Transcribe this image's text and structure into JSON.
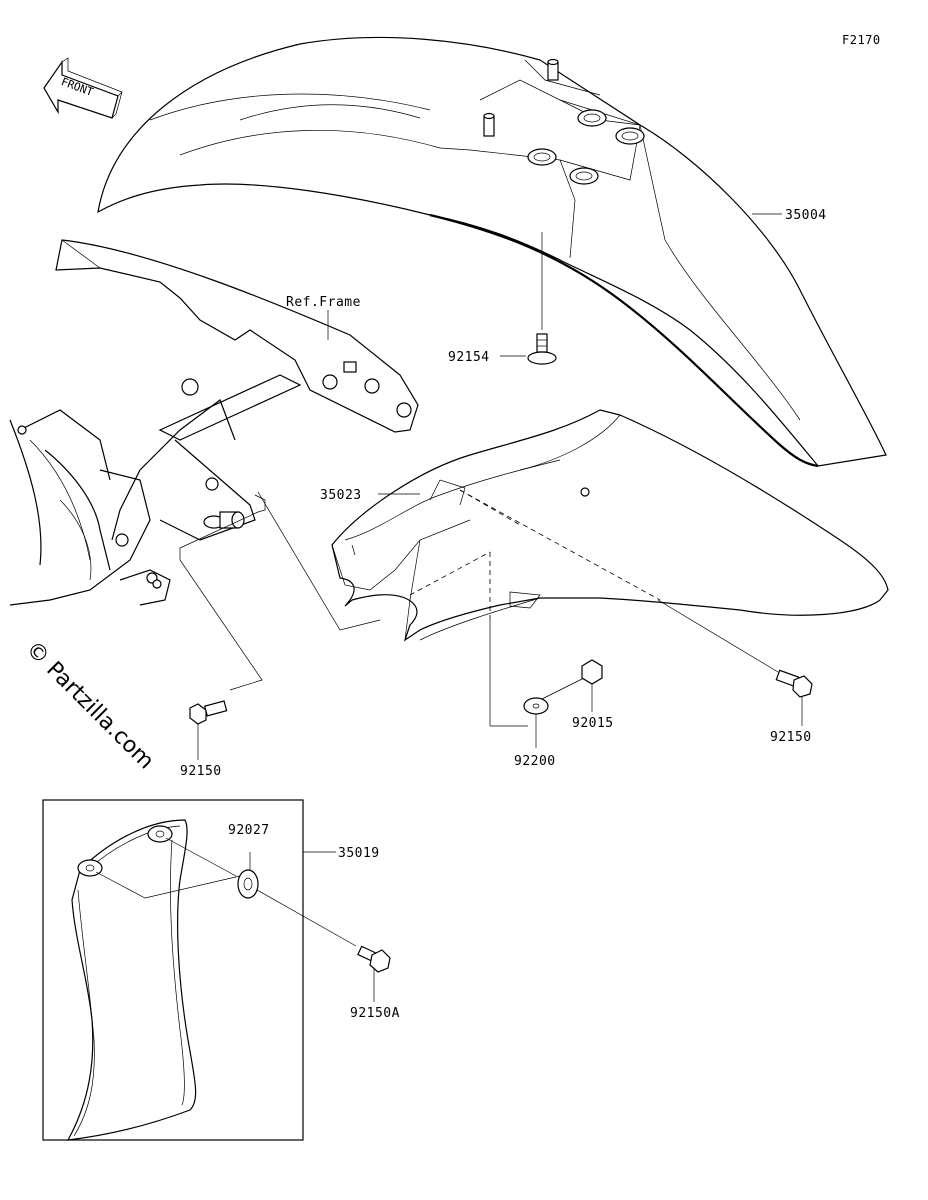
{
  "figure_code": "F2170",
  "front_label": "FRONT",
  "ref_frame_label": "Ref.Frame",
  "watermark": "© Partzilla.com",
  "parts": {
    "p35004": "35004",
    "p92154": "92154",
    "p35023": "35023",
    "p92150_left": "92150",
    "p92150_right": "92150",
    "p92200": "92200",
    "p92015": "92015",
    "p92027": "92027",
    "p35019": "35019",
    "p92150A": "92150A"
  }
}
